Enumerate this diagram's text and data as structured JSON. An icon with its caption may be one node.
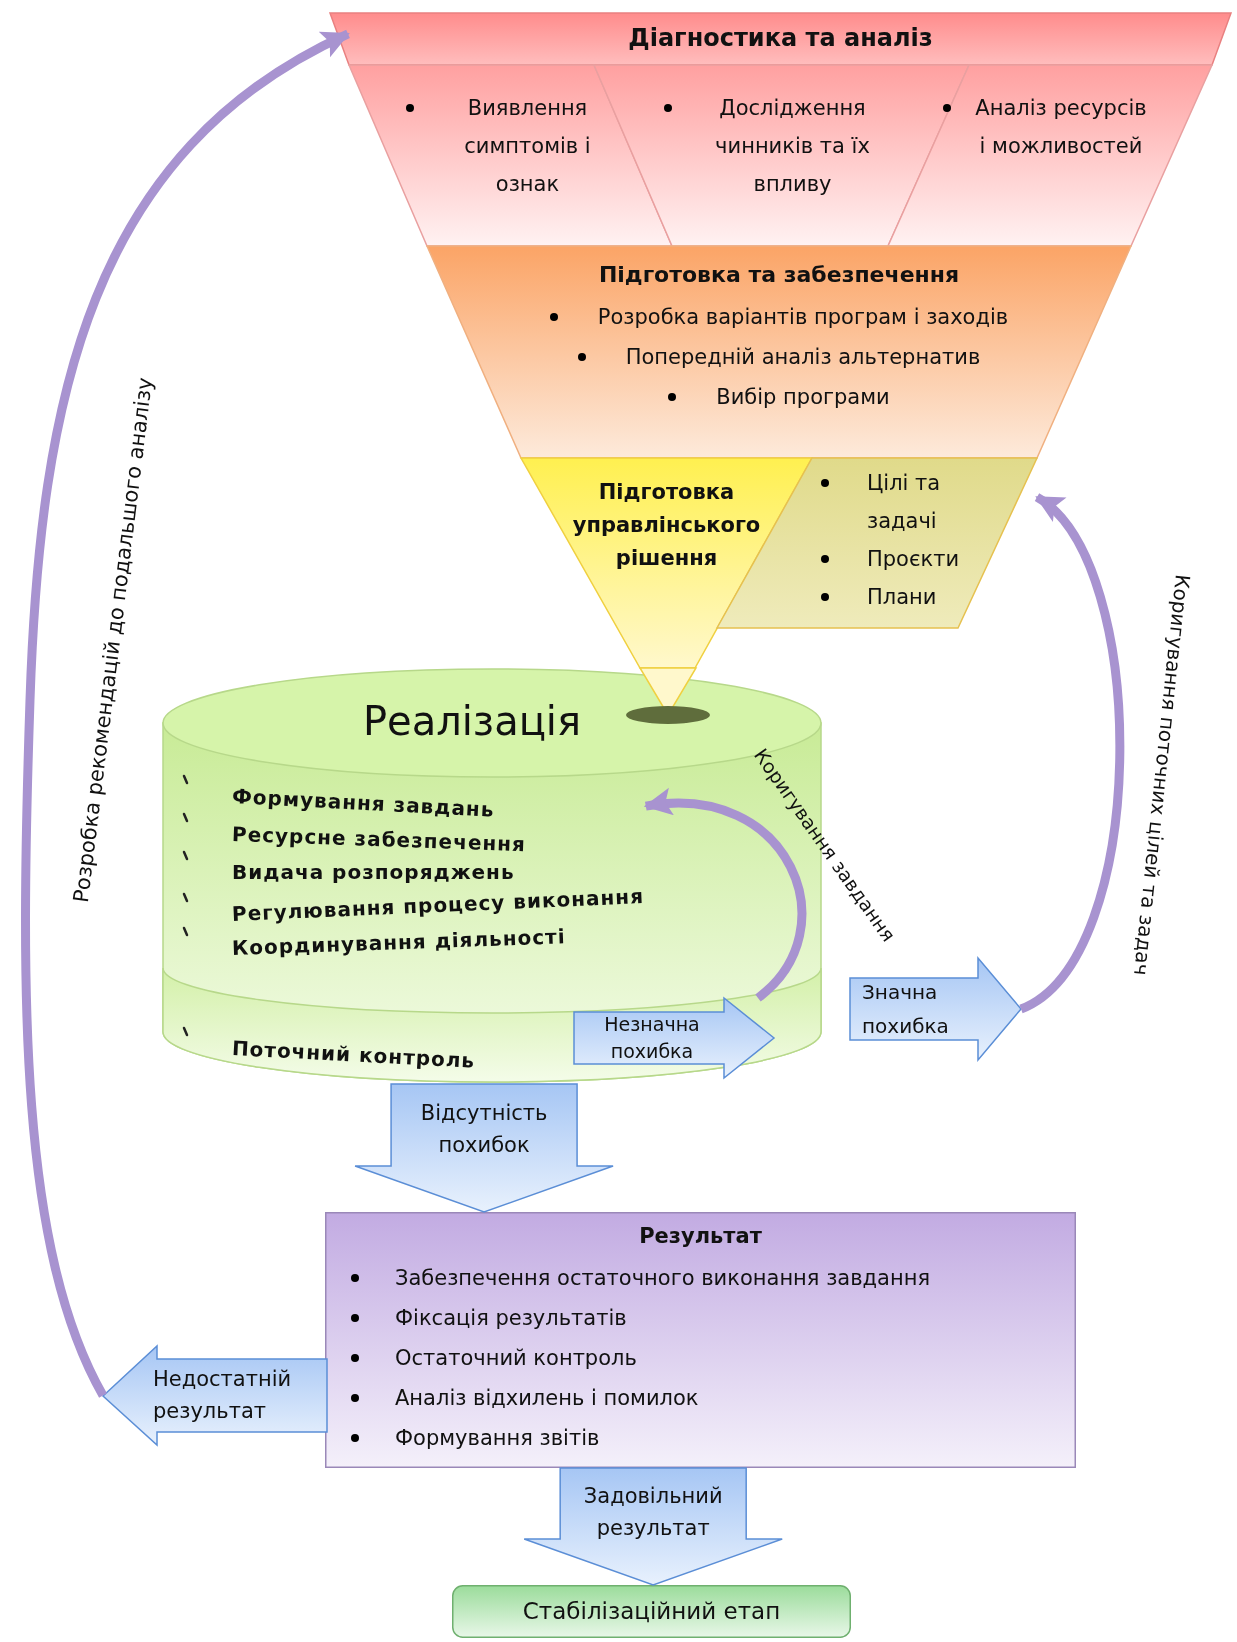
{
  "diagram": {
    "nodes": [
      {
        "text": [
          "Діагностика та аналіз"
        ]
      },
      {
        "text": [
          "Виявлення симптомів і ознак"
        ]
      },
      {
        "text": [
          "Дослідження чинників та їх впливу"
        ]
      },
      {
        "text": [
          "Аналіз ресурсів і можливостей"
        ]
      },
      {
        "text": [
          "Підготовка та забезпечення",
          "Розробка варіантів програм і заходів",
          "Попередній аналіз альтернатив",
          "Вибір програми"
        ]
      },
      {
        "text": [
          "Підготовка управлінського рішення"
        ]
      },
      {
        "text": [
          "Цілі та задачі",
          "Проєкти",
          "Плани"
        ]
      },
      {
        "text": [
          "Реалізація",
          "Формування завдань",
          "Ресурсне забезпечення",
          "Видача розпоряджень",
          "Регулювання процесу виконання",
          "Координування діяльності"
        ]
      },
      {
        "text": [
          "Поточний контроль"
        ],
        "in": 7
      },
      {
        "text": [
          "Незначна похибка"
        ],
        "in": 8
      },
      {
        "text": [
          "Значна похибка"
        ]
      },
      {
        "text": [
          "Результат",
          "Забезпечення остаточного виконання завдання",
          "Фіксація результатів",
          "Остаточний контроль",
          "Аналіз відхилень і помилок",
          "Формування звітів"
        ]
      },
      {
        "text": [
          "Недостатній результат"
        ]
      },
      {
        "text": [
          "Стабілізаційний етап"
        ]
      }
    ],
    "edges": [
      {
        "from": 9,
        "to": 7,
        "arrow": "to",
        "label": "Коригування завдання"
      },
      {
        "from": 10,
        "to": 6,
        "arrow": "to",
        "label": "Коригування поточних цілей та задач"
      },
      {
        "from": 12,
        "to": 0,
        "arrow": "to",
        "label": "Розробка рекомендацій до подальшого аналізу"
      },
      {
        "from": 7,
        "to": 11,
        "arrow": "to",
        "label": "Відсутність похибок",
        "style": "thick"
      },
      {
        "from": 11,
        "to": 13,
        "arrow": "to",
        "label": "Задовільний результат",
        "style": "thick"
      }
    ]
  }
}
